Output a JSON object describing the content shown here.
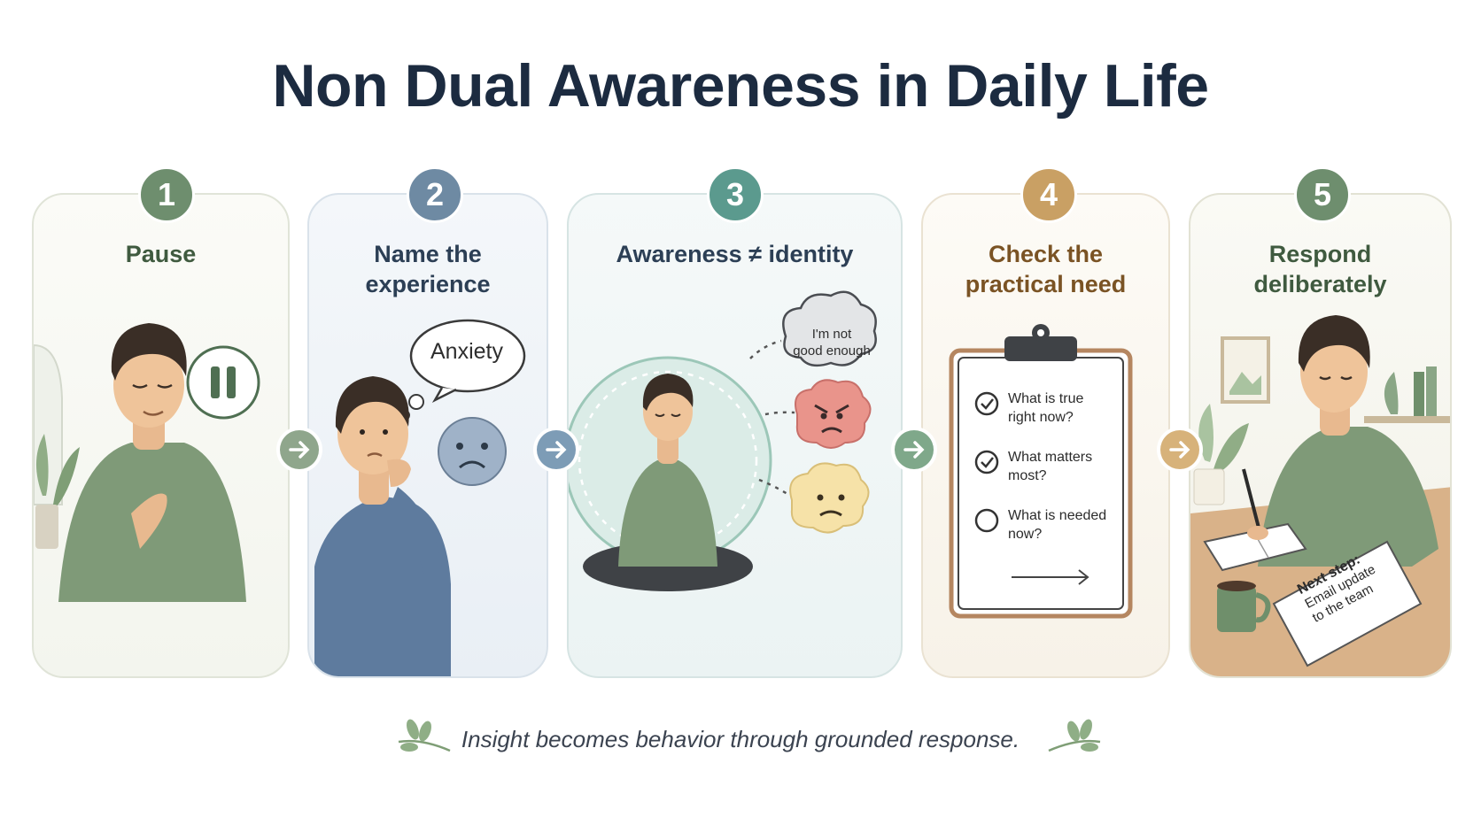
{
  "title": "Non Dual Awareness in Daily Life",
  "steps": [
    {
      "number": "1",
      "label_lines": [
        "Pause"
      ],
      "color": "#6e8e6e",
      "label_color": "#3f5a3f"
    },
    {
      "number": "2",
      "label_lines": [
        "Name the",
        "experience"
      ],
      "color": "#6e8aa3",
      "label_color": "#2c3f55",
      "bubble_text": "Anxiety"
    },
    {
      "number": "3",
      "label": "Awareness ≠ identity",
      "color": "#5b9a8e",
      "label_color": "#2c3f55",
      "cloud_text_lines": [
        "I'm not",
        "good enough"
      ]
    },
    {
      "number": "4",
      "label_lines": [
        "Check the",
        "practical need"
      ],
      "color": "#c9a064",
      "label_color": "#7a5324",
      "checklist": [
        {
          "lines": [
            "What is true",
            "right now?"
          ],
          "checked": true
        },
        {
          "lines": [
            "What matters",
            "most?"
          ],
          "checked": true
        },
        {
          "lines": [
            "What is needed",
            "now?"
          ],
          "checked": false
        }
      ]
    },
    {
      "number": "5",
      "label_lines": [
        "Respond",
        "deliberately"
      ],
      "color": "#6e8e6e",
      "label_color": "#3f5a3f",
      "note_title": "Next step:",
      "note_lines": [
        "Email update",
        "to the team"
      ]
    }
  ],
  "arrow_colors": [
    "#8fa68c",
    "#7d9cb6",
    "#7fa88a",
    "#d7b27a"
  ],
  "footer": "Insight becomes behavior through grounded response."
}
